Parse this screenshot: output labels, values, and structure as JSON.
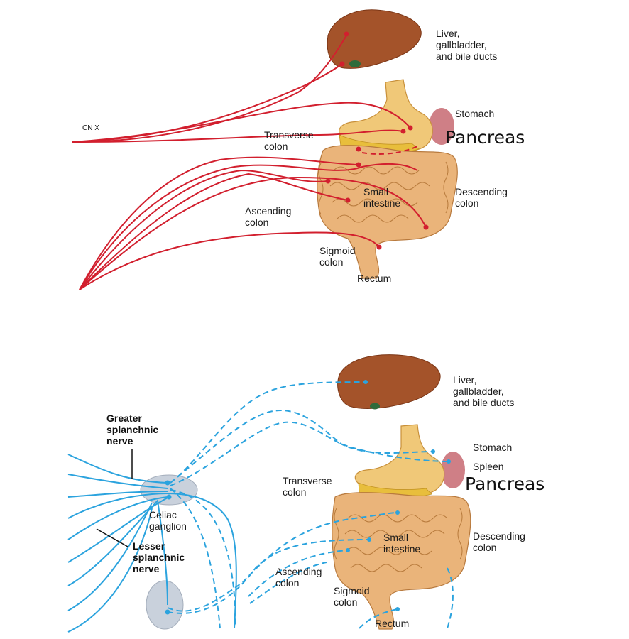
{
  "parasympathetic_panel": {
    "nerve_label": "CN X",
    "labels": {
      "liver": "Liver,\ngallbladder,\nand bile ducts",
      "stomach": "Stomach",
      "pancreas": "Pancreas",
      "transverse_colon": "Transverse\ncolon",
      "descending_colon": "Descending\ncolon",
      "small_intestine": "Small\nintestine",
      "ascending_colon": "Ascending\ncolon",
      "sigmoid_colon": "Sigmoid\ncolon",
      "rectum": "Rectum"
    },
    "nerve_color": "#d21f2e"
  },
  "sympathetic_panel": {
    "labels": {
      "greater_splanchnic": "Greater\nsplanchnic\nnerve",
      "lesser_splanchnic": "Lesser\nsplanchnic\nnerve",
      "celiac_ganglion": "Celiac\nganglion",
      "liver": "Liver,\ngallbladder,\nand bile ducts",
      "stomach": "Stomach",
      "spleen": "Spleen",
      "pancreas": "Pancreas",
      "transverse_colon": "Transverse\ncolon",
      "descending_colon": "Descending\ncolon",
      "small_intestine": "Small\nintestine",
      "ascending_colon": "Ascending\ncolon",
      "sigmoid_colon": "Sigmoid\ncolon",
      "rectum": "Rectum"
    },
    "nerve_color": "#2ba3de"
  }
}
